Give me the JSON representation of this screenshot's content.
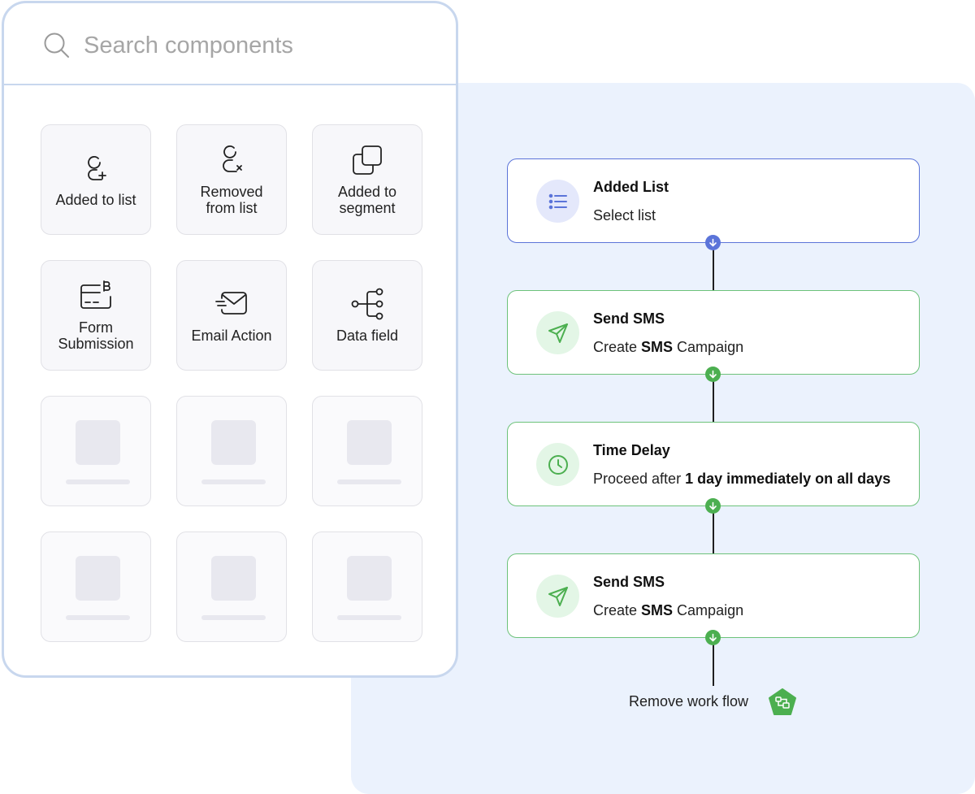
{
  "search": {
    "placeholder": "Search components",
    "icon": "search-icon"
  },
  "components": [
    {
      "label": "Added to list",
      "icon": "user-add-icon"
    },
    {
      "label": "Removed\nfrom list",
      "icon": "user-remove-icon"
    },
    {
      "label": "Added to\nsegment",
      "icon": "segment-icon"
    },
    {
      "label": "Form\nSubmission",
      "icon": "form-icon"
    },
    {
      "label": "Email Action",
      "icon": "email-icon"
    },
    {
      "label": "Data field",
      "icon": "data-field-icon"
    }
  ],
  "flow": {
    "nodes": [
      {
        "title": "Added List",
        "desc": "Select list",
        "icon": "list-icon",
        "accent": "#5b74d9"
      },
      {
        "title": "Send SMS",
        "desc_pre": "Create ",
        "desc_bold": "SMS",
        "desc_post": " Campaign",
        "icon": "send-icon",
        "accent": "#4caf50"
      },
      {
        "title": "Time Delay",
        "desc_pre": "Proceed after ",
        "desc_bold": "1 day immediately on all days",
        "icon": "clock-icon",
        "accent": "#4caf50"
      },
      {
        "title": "Send SMS",
        "desc_pre": "Create ",
        "desc_bold": "SMS",
        "desc_post": " Campaign",
        "icon": "send-icon",
        "accent": "#4caf50"
      }
    ],
    "end_label": "Remove work flow",
    "end_icon": "remove-workflow-icon"
  },
  "colors": {
    "panel_border": "#c8d7ee",
    "canvas_bg": "#ebf2fd",
    "green": "#4caf50",
    "blue": "#5b74d9"
  }
}
